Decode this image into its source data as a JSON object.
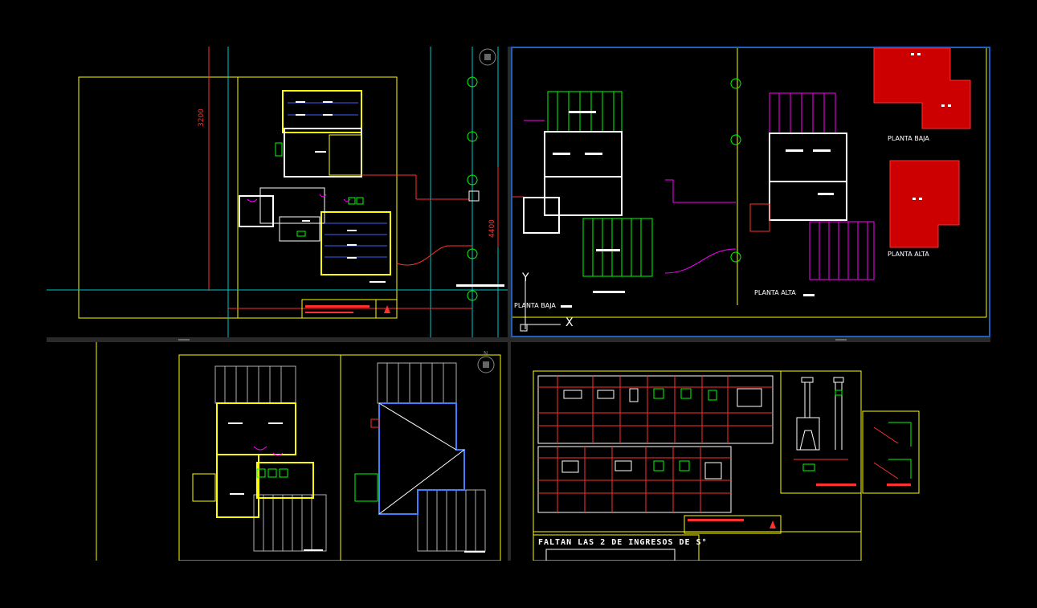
{
  "app": {
    "background": "#000000",
    "active_viewport_color": "#1e5fbf"
  },
  "viewports": {
    "top_left": {
      "dimension_vertical": "3200",
      "dimension_horizontal": "4400"
    },
    "top_right": {
      "label_planta_baja_plan": "PLANTA BAJA",
      "label_planta_alta_plan": "PLANTA ALTA",
      "label_planta_baja_roof": "PLANTA BAJA",
      "label_planta_alta_roof": "PLANTA ALTA",
      "ucs_x": "X",
      "ucs_y": "Y"
    },
    "bottom_left": {
      "compass": "N"
    },
    "bottom_right": {
      "note": "FALTAN LAS 2 DE INGRESOS DE S°"
    }
  },
  "colors": {
    "yellow": "#ffff00",
    "cyan": "#00ffff",
    "green": "#00ff00",
    "red": "#ff0000",
    "magenta": "#ff00ff",
    "white": "#ffffff",
    "blue_frame": "#1e5fbf"
  },
  "icons": [
    "compass-icon",
    "ucs-icon",
    "north-arrow-icon"
  ]
}
